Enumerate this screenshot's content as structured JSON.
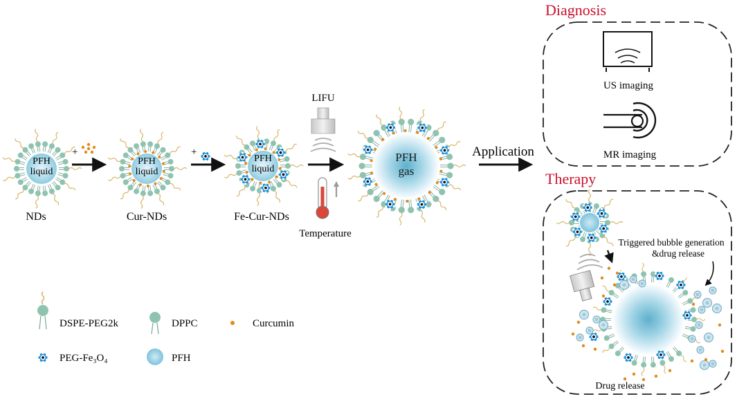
{
  "stages": {
    "nds": {
      "core_line1": "PFH",
      "core_line2": "liquid",
      "label": "NDs"
    },
    "cur_nds": {
      "core_line1": "PFH",
      "core_line2": "liquid",
      "label": "Cur-NDs"
    },
    "fe_cur_nds": {
      "core_line1": "PFH",
      "core_line2": "liquid",
      "label": "Fe-Cur-NDs"
    },
    "bubble": {
      "core_line1": "PFH",
      "core_line2": "gas"
    }
  },
  "arrows": {
    "plus_sign_1": "+",
    "plus_sign_2": "+"
  },
  "stimulus": {
    "lifu_label": "LIFU",
    "temperature_label": "Temperature"
  },
  "application_label": "Application",
  "diagnosis": {
    "title": "Diagnosis",
    "us_label": "US imaging",
    "mr_label": "MR imaging"
  },
  "therapy": {
    "title": "Therapy",
    "trigger_line1": "Triggered bubble generation",
    "trigger_line2": "&drug release",
    "release_label": "Drug release"
  },
  "legend": {
    "dspe_label": "DSPE-PEG2k",
    "dppc_label": "DPPC",
    "curcumin_label": "Curcumin",
    "fe3o4_label": "PEG-Fe₃O₄",
    "pfh_label": "PFH"
  },
  "colors": {
    "title_red": "#c8102e",
    "lipid_head": "#8fc3b0",
    "peg_chain": "#d8b56a",
    "curcumin": "#e08a1a",
    "iron_blue": "#1a8fd8",
    "core_blue": "#9fd1e3",
    "thermo_red": "#d9473a"
  }
}
